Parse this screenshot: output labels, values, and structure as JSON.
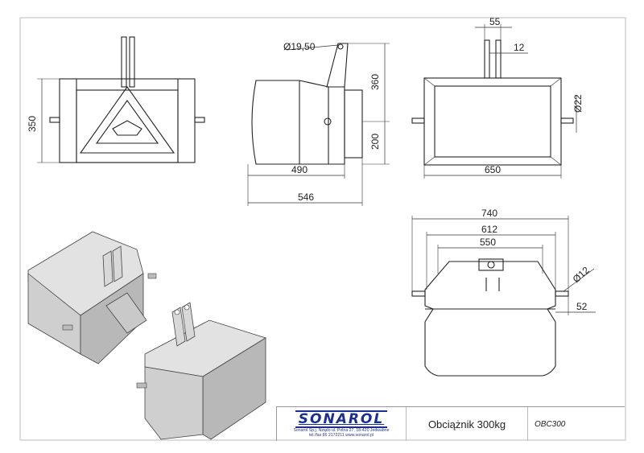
{
  "dimensions": {
    "front_height": "350",
    "pin_diameter": "Ø19,50",
    "side_height": "360",
    "side_hole_height": "200",
    "side_body_length": "490",
    "side_total_length": "546",
    "pin_width": "55",
    "pin_spacing": "12",
    "hole_diameter": "Ø22",
    "top_width": "650",
    "bottom_total": "740",
    "bottom_mid": "612",
    "bottom_inner": "550",
    "bottom_hole": "Ø12",
    "bottom_offset": "52"
  },
  "title_block": {
    "brand": "SONAROL",
    "address_line1": "Sonarol Sp.j. Nządo  ul. Polna 27, 18-420 Jedwabne",
    "address_line2": "tel./fax 86 2172211 www.sonarol.pl",
    "product_name": "Obciążnik 300kg",
    "product_code": "OBC300"
  },
  "colors": {
    "brand_blue": "#1b2f8f",
    "iso_face_top": "#e2e2e2",
    "iso_face_side": "#cfcfcf",
    "iso_face_dark": "#b8b8b8"
  }
}
